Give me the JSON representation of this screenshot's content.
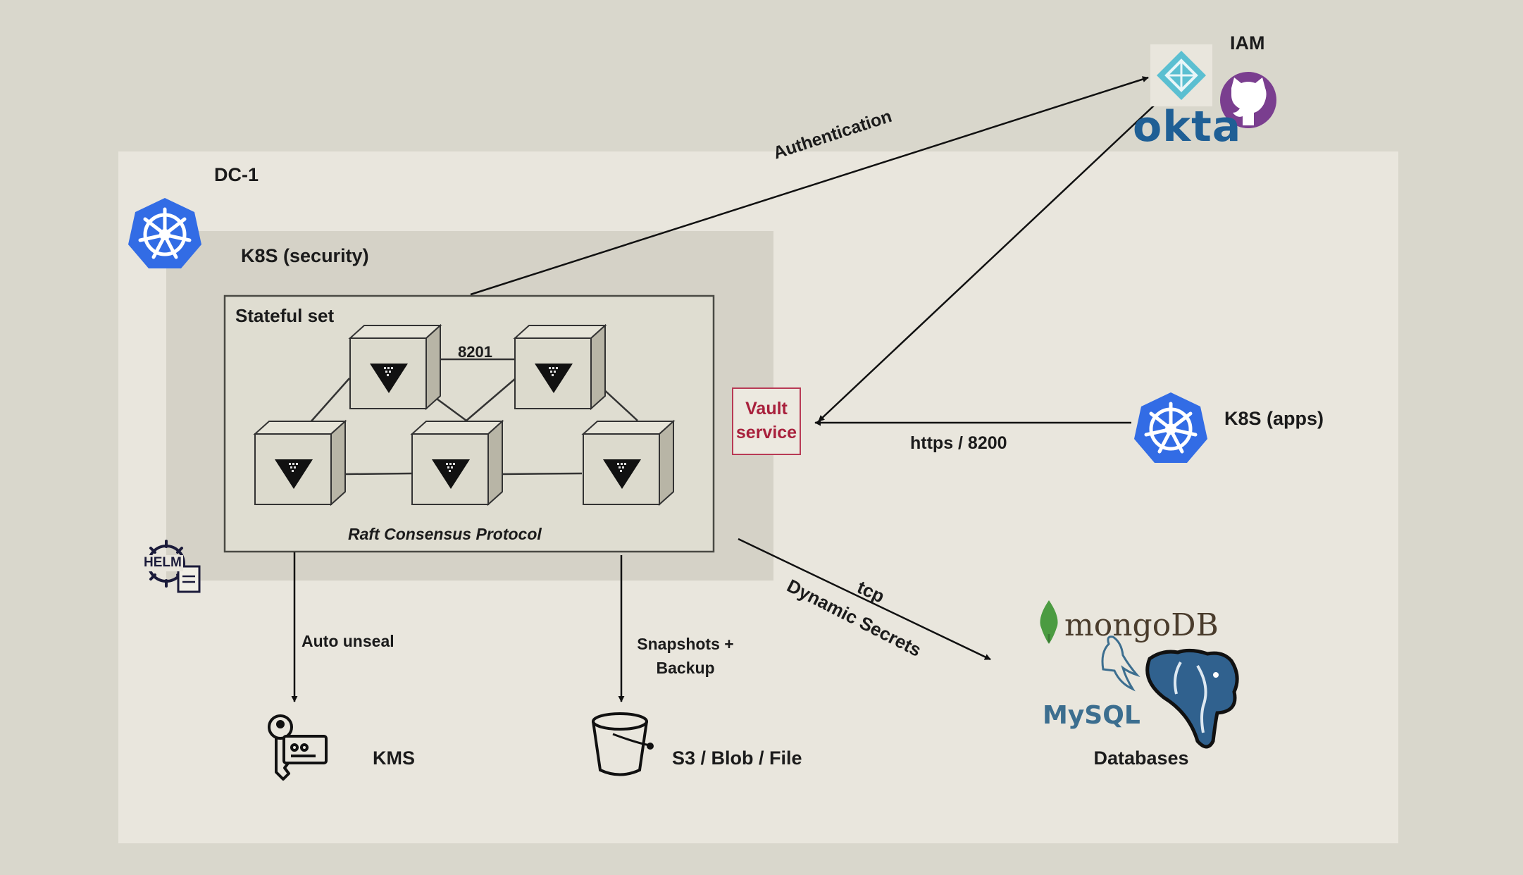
{
  "iam": {
    "title": "IAM",
    "okta_wordmark": "okta",
    "icons": [
      "okta-icon",
      "github-icon"
    ]
  },
  "dc": {
    "title": "DC-1"
  },
  "k8s_security": {
    "title": "K8S (security)"
  },
  "stateful_set": {
    "title": "Stateful set",
    "node_count": 5,
    "port": "8201",
    "protocol": "Raft Consensus Protocol"
  },
  "vault_service": {
    "label": "Vault service"
  },
  "k8s_apps": {
    "title": "K8S (apps)"
  },
  "edges": {
    "authentication": "Authentication",
    "https": "https / 8200",
    "auto_unseal": "Auto unseal",
    "snapshots": "Snapshots + Backup",
    "tcp": "tcp",
    "dynamic_secrets": "Dynamic Secrets"
  },
  "kms": {
    "title": "KMS"
  },
  "storage": {
    "title": "S3 / Blob / File"
  },
  "databases": {
    "title": "Databases",
    "mongo_wordmark": "mongoDB",
    "mysql_wordmark": "MySQL"
  },
  "helm": {
    "wordmark": "HELM"
  },
  "colors": {
    "k8s_blue": "#326ce5",
    "vault_red": "#b83a55",
    "okta_blue": "#1f5f95",
    "github_purple": "#7a3e8f"
  }
}
